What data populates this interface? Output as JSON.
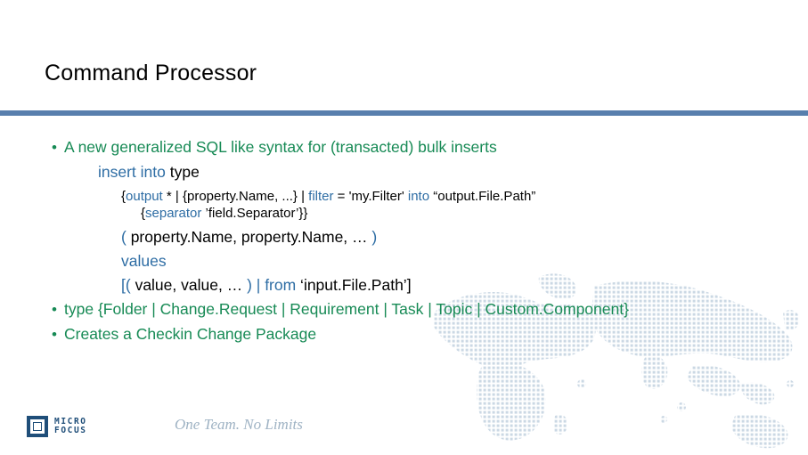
{
  "slide": {
    "title": "Command Processor",
    "accent_rule_color": "#587fad",
    "green": "#178a55",
    "blue": "#2e6da4",
    "black": "#000000"
  },
  "content": {
    "bullet_marker": "•",
    "bullet1": {
      "text": "A new generalized SQL like syntax for (transacted) bulk inserts",
      "subline_kw": "insert into",
      "subline_arg": " type"
    },
    "code": {
      "line1": [
        {
          "t": "{",
          "c": "black"
        },
        {
          "t": "output",
          "c": "blue"
        },
        {
          "t": " * | {property.Name, ...} | ",
          "c": "black"
        },
        {
          "t": "filter",
          "c": "blue"
        },
        {
          "t": " = 'my.Filter' ",
          "c": "black"
        },
        {
          "t": "into",
          "c": "blue"
        },
        {
          "t": " “output.File.Path”",
          "c": "black"
        }
      ],
      "line2": [
        {
          "t": "{",
          "c": "black"
        },
        {
          "t": "separator",
          "c": "blue"
        },
        {
          "t": " ’field.Separator’}}",
          "c": "black"
        }
      ],
      "line3": [
        {
          "t": "( ",
          "c": "blue"
        },
        {
          "t": "property.Name, property.Name, … ",
          "c": "black"
        },
        {
          "t": ")",
          "c": "blue"
        }
      ],
      "line4": [
        {
          "t": "values",
          "c": "blue"
        }
      ],
      "line5": [
        {
          "t": "[(",
          "c": "blue"
        },
        {
          "t": " value, value, … ",
          "c": "black"
        },
        {
          "t": ") |",
          "c": "blue"
        },
        {
          "t": " ",
          "c": "black"
        },
        {
          "t": "from",
          "c": "blue"
        },
        {
          "t": " ‘input.File.Path’]",
          "c": "black"
        }
      ]
    },
    "bullet2": "type {Folder | Change.Request | Requirement | Task | Topic | Custom.Component}",
    "bullet3": "Creates a Checkin Change Package"
  },
  "footer": {
    "logo_line1": "MICRO",
    "logo_line2": "FOCUS",
    "tagline": "One Team. No Limits"
  }
}
